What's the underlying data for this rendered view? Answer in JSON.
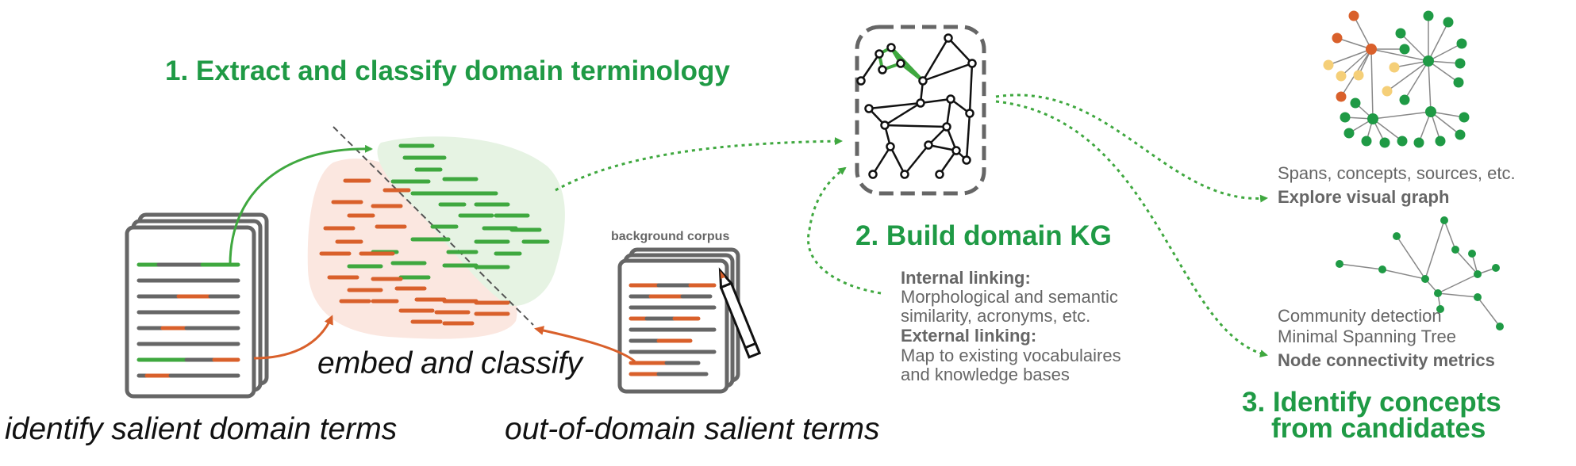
{
  "stage1": {
    "title": "1. Extract and classify domain terminology",
    "caption_left": "identify salient domain terms",
    "caption_mid": "embed and classify",
    "caption_right": "out-of-domain salient terms",
    "corpus_label": "background corpus"
  },
  "stage2": {
    "title": "2. Build domain KG",
    "internal_heading": "Internal linking:",
    "internal_lines": [
      "Morphological and semantic",
      "similarity, acronyms, etc."
    ],
    "external_heading": "External linking:",
    "external_lines": [
      "Map to existing vocabulaires",
      "and knowledge bases"
    ]
  },
  "stage3": {
    "explore_desc": "Spans, concepts, sources, etc.",
    "explore_heading": "Explore visual graph",
    "metrics_lines": [
      "Community detection",
      "Minimal Spanning Tree"
    ],
    "metrics_heading": "Node connectivity metrics",
    "title_line1": "3. Identify concepts",
    "title_line2": "from candidates"
  },
  "colors": {
    "green": "#1f9a45",
    "term_green": "#3fa83f",
    "term_orange": "#d9602b",
    "doc_grey": "#666666",
    "blob_green": "#e6f3e3",
    "blob_red": "#fbe7e0",
    "node_yellow": "#f5cf78"
  }
}
